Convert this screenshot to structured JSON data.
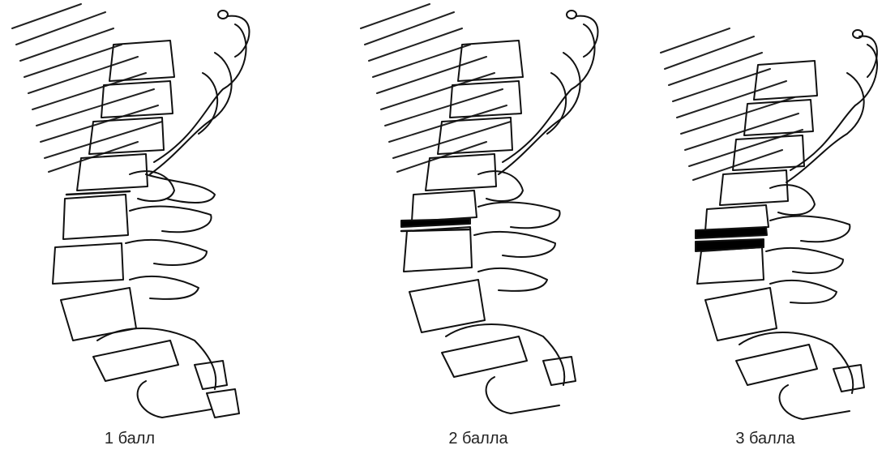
{
  "figures": [
    {
      "caption": "1 балл",
      "grade": 1
    },
    {
      "caption": "2 балла",
      "grade": 2
    },
    {
      "caption": "3 балла",
      "grade": 3
    }
  ],
  "colors": {
    "ink": "#111111",
    "background": "#ffffff"
  }
}
